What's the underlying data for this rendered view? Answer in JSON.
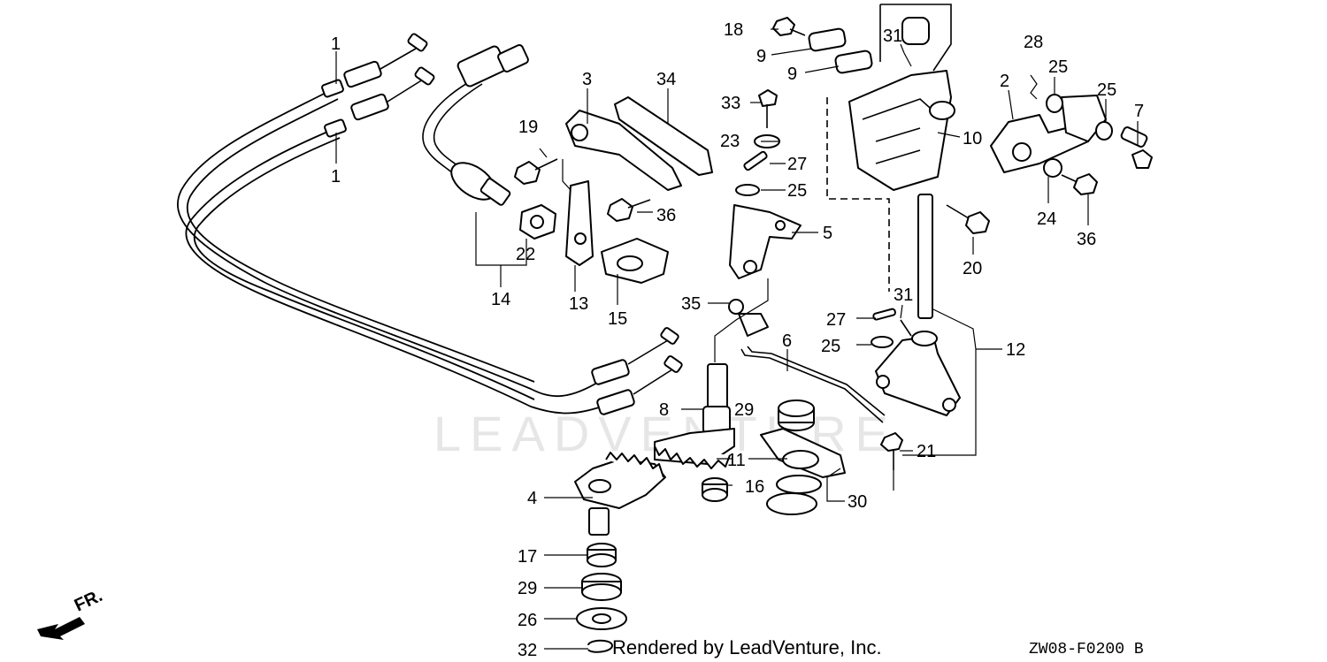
{
  "labels": {
    "l1a": "1",
    "l1b": "1",
    "l2": "2",
    "l3": "3",
    "l4": "4",
    "l5": "5",
    "l6": "6",
    "l7": "7",
    "l8": "8",
    "l9a": "9",
    "l9b": "9",
    "l10": "10",
    "l11": "11",
    "l12": "12",
    "l13": "13",
    "l14": "14",
    "l15": "15",
    "l16": "16",
    "l17": "17",
    "l18": "18",
    "l19": "19",
    "l20": "20",
    "l21": "21",
    "l22": "22",
    "l23": "23",
    "l24": "24",
    "l25a": "25",
    "l25b": "25",
    "l25c": "25",
    "l25d": "25",
    "l26": "26",
    "l27a": "27",
    "l27b": "27",
    "l28": "28",
    "l29a": "29",
    "l29b": "29",
    "l30": "30",
    "l31a": "31",
    "l31b": "31",
    "l32": "32",
    "l33": "33",
    "l34": "34",
    "l35": "35",
    "l36a": "36",
    "l36b": "36"
  },
  "watermark": "LEADVENTURE",
  "credit": "Rendered by LeadVenture, Inc.",
  "diagram_code": "ZW08-F0200 B",
  "front_marker": "FR."
}
